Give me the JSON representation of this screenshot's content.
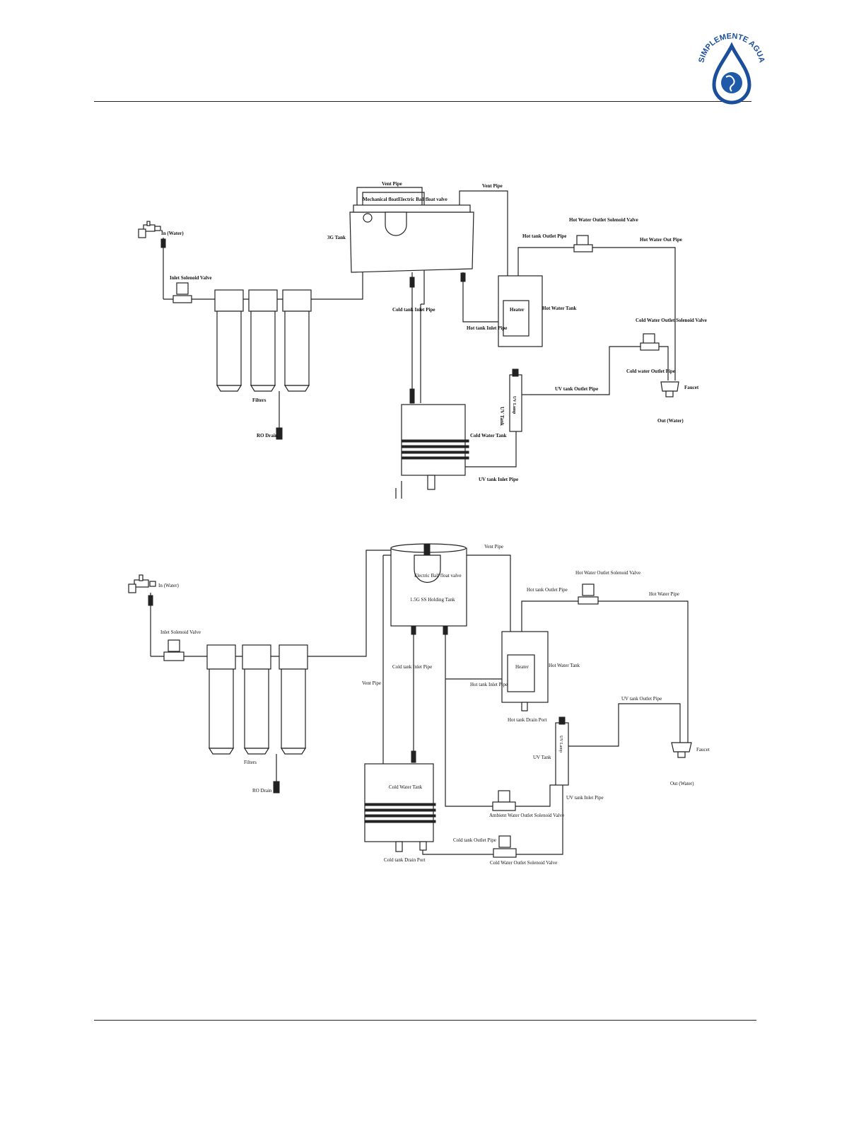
{
  "header": {
    "logo_text": "SIMPLEMENTE AGUA",
    "logo_colors": {
      "primary": "#1b4f9c",
      "accent": "#1e5aa8"
    }
  },
  "diagram_top": {
    "vent_pipe_1": "Vent Pipe",
    "vent_pipe_2": "Vent Pipe",
    "mechanical_float": "Mechanical float",
    "electric_ball_float_valve": "Electric Ball float valve",
    "tank_3g": "3G Tank",
    "in_water": "In (Water)",
    "inlet_solenoid_valve": "Inlet Solenoid Valve",
    "filters": "Filters",
    "ro_drain": "RO Drain",
    "cold_tank_inlet_pipe": "Cold tank Inlet Pipe",
    "hot_tank_outlet_pipe": "Hot tank Outlet Pipe",
    "hot_water_outlet_solenoid_valve": "Hot Water Outlet Solenoid Valve",
    "hot_water_out_pipe": "Hot Water Out Pipe",
    "heater": "Heater",
    "hot_water_tank": "Hot Water Tank",
    "hot_tank_inlet_pipe": "Hot tank Inlet Pipe",
    "cold_water_outlet_solenoid_valve": "Cold Water Outlet Solenoid Valve",
    "cold_water_outlet_pipe": "Cold water Outlet Pipe",
    "faucet": "Faucet",
    "out_water": "Out (Water)",
    "uv_tank_outlet_pipe": "UV tank Outlet Pipe",
    "uv_tank": "UV Tank",
    "uv_lamp": "UV Lamp",
    "cold_water_tank": "Cold Water Tank",
    "uv_tank_inlet_pipe": "UV tank Inlet Pipe"
  },
  "diagram_bottom": {
    "vent_pipe_top": "Vent Pipe",
    "electric_ball_float_valve": "Electric Ball float valve",
    "holding_tank": "1.5G SS Holding Tank",
    "in_water": "In (Water)",
    "inlet_solenoid_valve": "Inlet Solenoid Valve",
    "filters": "Filters",
    "ro_drain": "RO Drain",
    "vent_pipe_side": "Vent Pipe",
    "cold_tank_inlet_pipe": "Cold tank Inlet Pipe",
    "hot_tank_outlet_pipe": "Hot tank Outlet Pipe",
    "hot_water_outlet_solenoid_valve": "Hot Water Outlet Solenoid Valve",
    "hot_water_pipe": "Hot Water Pipe",
    "heater": "Heater",
    "hot_water_tank": "Hot Water Tank",
    "hot_tank_inlet_pipe": "Hot tank Inlet Pipe",
    "hot_tank_drain_port": "Hot tank Drain Port",
    "uv_tank_outlet_pipe": "UV tank Outlet Pipe",
    "faucet": "Faucet",
    "out_water": "Out (Water)",
    "uv_tank": "UV Tank",
    "uv_lamp": "UV Lamp",
    "uv_tank_inlet_pipe": "UV tank Inlet Pipe",
    "cold_water_tank": "Cold Water Tank",
    "ambient_water_outlet_solenoid_valve": "Ambient Water Outlet Solenoid Valve",
    "cold_tank_outlet_pipe": "Cold tank Outlet Pipe",
    "cold_tank_drain_port": "Cold tank Drain Port",
    "cold_water_outlet_solenoid_valve": "Cold Water Outlet Solenoid Valve"
  }
}
